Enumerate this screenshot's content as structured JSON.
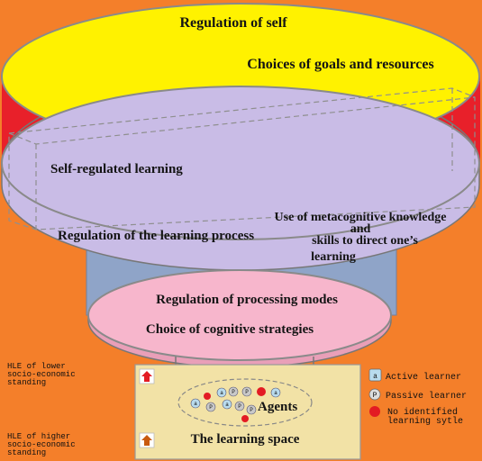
{
  "colors": {
    "background": "#F47F2A",
    "top_disc": "#FFF200",
    "band": "#E8202A",
    "middle_disc": "#C9BCE6",
    "neck": "#8FA4C8",
    "bottom_disc": "#F7B6CC",
    "learning_space": "#F2E2A6",
    "agent_circle": "#B9DCEE",
    "no_style_dot": "#E31B23"
  },
  "top_layer": {
    "title": "Regulation of self",
    "subtitle": "Choices of goals and resources"
  },
  "middle_layer": {
    "title": "Self-regulated learning",
    "process": "Regulation of the learning process",
    "meta_line1": "Use of metacognitive knowledge",
    "meta_line2": "and",
    "meta_line3": "skills to direct one’s",
    "meta_line4": "learning"
  },
  "bottom_layer": {
    "title": "Regulation of processing modes",
    "subtitle": "Choice of cognitive strategies"
  },
  "learning_space": {
    "title": "The learning space",
    "agents_label": "Agents",
    "hle_lower": [
      "HLE of lower",
      "socio-economic",
      "standing"
    ],
    "hle_higher": [
      "HLE of higher",
      "socio-economic",
      "standing"
    ]
  },
  "legend": {
    "active": {
      "symbol": "a",
      "label": "Active learner"
    },
    "passive": {
      "symbol": "P",
      "label": "Passive learner"
    },
    "none": {
      "label_line1": "No identified",
      "label_line2": "learning sytle"
    }
  },
  "agent_symbols": {
    "active": "a",
    "passive": "P"
  }
}
